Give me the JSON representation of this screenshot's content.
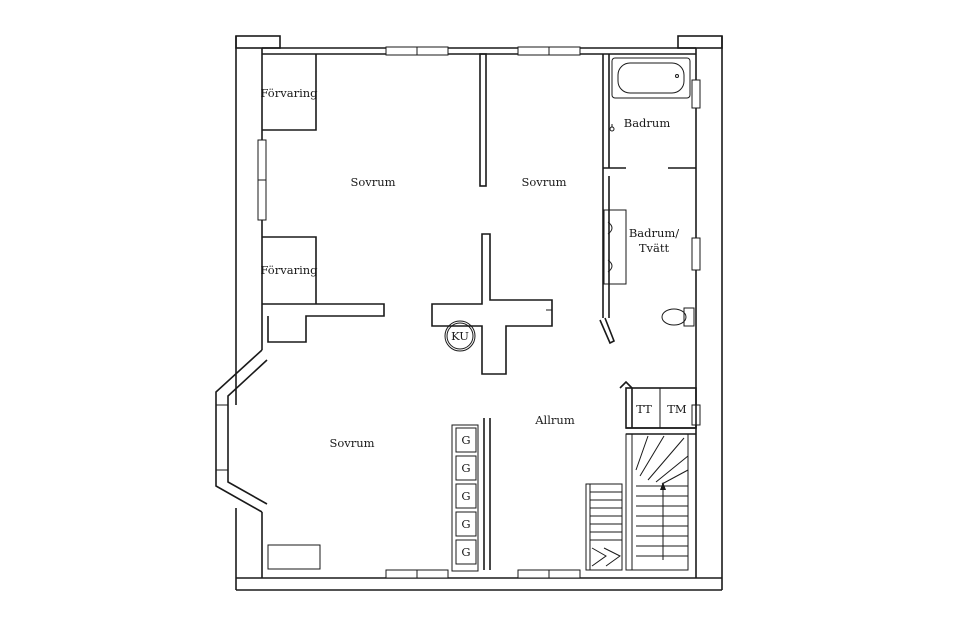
{
  "rooms": {
    "forvaring_top": "Förvaring",
    "forvaring_mid": "Förvaring",
    "sovrum_1": "Sovrum",
    "sovrum_2": "Sovrum",
    "sovrum_3": "Sovrum",
    "badrum": "Badrum",
    "badrum_tvatt_line1": "Badrum/",
    "badrum_tvatt_line2": "Tvätt",
    "allrum": "Allrum"
  },
  "fixtures": {
    "ku": "KU",
    "tt": "TT",
    "tm": "TM",
    "wardrobes": [
      "G",
      "G",
      "G",
      "G",
      "G"
    ]
  }
}
